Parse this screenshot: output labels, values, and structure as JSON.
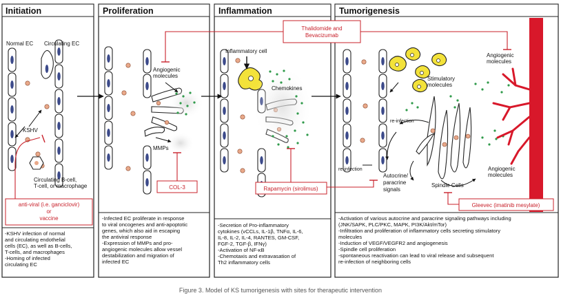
{
  "panels": [
    {
      "title": "Initiation",
      "bullets": [
        "-KSHV infection of normal",
        "and circulating endothelial",
        "cells (EC), as well as B-cells,",
        "T-cells, and macrophages",
        "-Homing of infected",
        "circulating EC"
      ]
    },
    {
      "title": "Proliferation",
      "bullets": [
        "-Infected EC proliferate in response",
        "to viral oncogenes and anti-apoptotic",
        "genes, which also aid in escaping",
        "the antiviral response",
        "-Expression of MMPs and pro-",
        "angiogenic molecules allow vessel",
        "destabilization and migration of",
        "infected EC"
      ]
    },
    {
      "title": "Inflammation",
      "bullets": [
        "-Secretion of Pro-inflammatory",
        "cytokines (vCCLs, IL-1β, TNFα, IL-6,",
        "IL-8, IL-2, IL-4, RANTES, GM-CSF,",
        "FGF-2, TGF-β, IFNγ)",
        "-Activation of NF-κB",
        "-Chemotaxis and extravasation of",
        "Th2 inflammatory cells"
      ]
    },
    {
      "title": "Tumorigenesis",
      "bullets": [
        "-Activation of various autocrine and paracrine signaling pathways including",
        "(JNK/SAPK, PLC/PKC, MAPK, PI3K/Akt/mTor)",
        "-Infiltration and proliferation of inflammatory cells secreting stimulatory",
        "molecules",
        "-Induction of VEGF/VEGFR2 and angiogenesis",
        "-Spindle cell proliferation",
        "-spontaneous reactivation can lead to viral release and subsequent",
        "re-infection of neighboring cells"
      ]
    }
  ],
  "labels": {
    "normal_ec": "Normal EC",
    "circulating_ec": "Circulating EC",
    "kshv": "KSHV",
    "circ_b1": "Circulating B-cell,",
    "circ_b2": "T-cell, or macrophage",
    "angiogenic1": "Angiogenic",
    "angiogenic2": "molecules",
    "mmps": "MMPs",
    "inflammatory_cell": "Inflammatory cell",
    "chemokines": "Chemokines",
    "stimulatory1": "Stimulatory",
    "stimulatory2": "molecules",
    "reinfection_top": "re-infection",
    "reinfection_left": "re-infection",
    "autocrine1": "Autocrine/",
    "autocrine2": "paracrine",
    "autocrine3": "signals",
    "spindle": "Spindle Cells",
    "angio_right1": "Angiogenic",
    "angio_right2": "molecules",
    "angio_bottom1": "Angiogenic",
    "angio_bottom2": "molecules"
  },
  "drugs": {
    "antiviral1": "anti-viral (i.e. ganciclovir)",
    "antiviral2": "or",
    "antiviral3": "vaccine",
    "col3": "COL-3",
    "thalidomide1": "Thalidomide and",
    "thalidomide2": "Bevacizumab",
    "rapamycin": "Rapamycin (sirolimus)",
    "gleevec": "Gleevec (imatinib mesylate)"
  },
  "caption": "Figure 3.  Model of KS tumorigenesis with sites for therapeutic intervention",
  "colors": {
    "accent_red": "#c8202a",
    "vessel_red": "#d8182a",
    "cell_yellow": "#f3e23a",
    "dot_green": "#2f9a4a",
    "nucleus": "#e9a98a"
  }
}
